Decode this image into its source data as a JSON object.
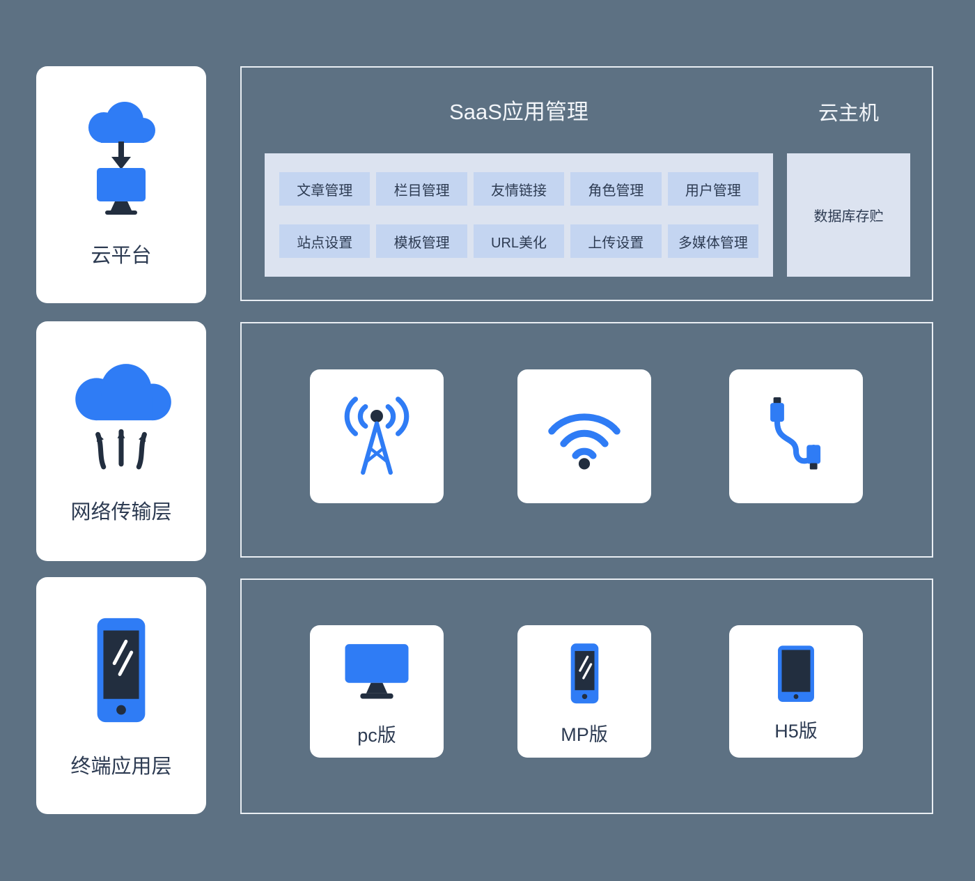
{
  "colors": {
    "background": "#5d7183",
    "card_bg": "#ffffff",
    "accent": "#2f7cf5",
    "dark": "#222e3f",
    "panel_bg": "#dce3f0",
    "chip_bg": "#c4d5f1",
    "text_dark": "#2d3b52",
    "title_light": "#f3f6fa",
    "panel_border": "#e9eef3"
  },
  "left_layers": [
    {
      "label": "云平台",
      "icon": "cloud-to-monitor-icon"
    },
    {
      "label": "网络传输层",
      "icon": "cloud-upload-icon"
    },
    {
      "label": "终端应用层",
      "icon": "smartphone-icon"
    }
  ],
  "saas_panel": {
    "title": "SaaS应用管理",
    "host_title": "云主机",
    "modules_row1": [
      "文章管理",
      "栏目管理",
      "友情链接",
      "角色管理",
      "用户管理"
    ],
    "modules_row2": [
      "站点设置",
      "模板管理",
      "URL美化",
      "上传设置",
      "多媒体管理"
    ],
    "database_label": "数据库存贮"
  },
  "network_panel": {
    "icons": [
      "antenna-icon",
      "wifi-icon",
      "usb-cable-icon"
    ]
  },
  "terminal_panel": {
    "items": [
      {
        "label": "pc版",
        "icon": "desktop-monitor-icon"
      },
      {
        "label": "MP版",
        "icon": "mobile-phone-icon"
      },
      {
        "label": "H5版",
        "icon": "tablet-icon"
      }
    ]
  }
}
